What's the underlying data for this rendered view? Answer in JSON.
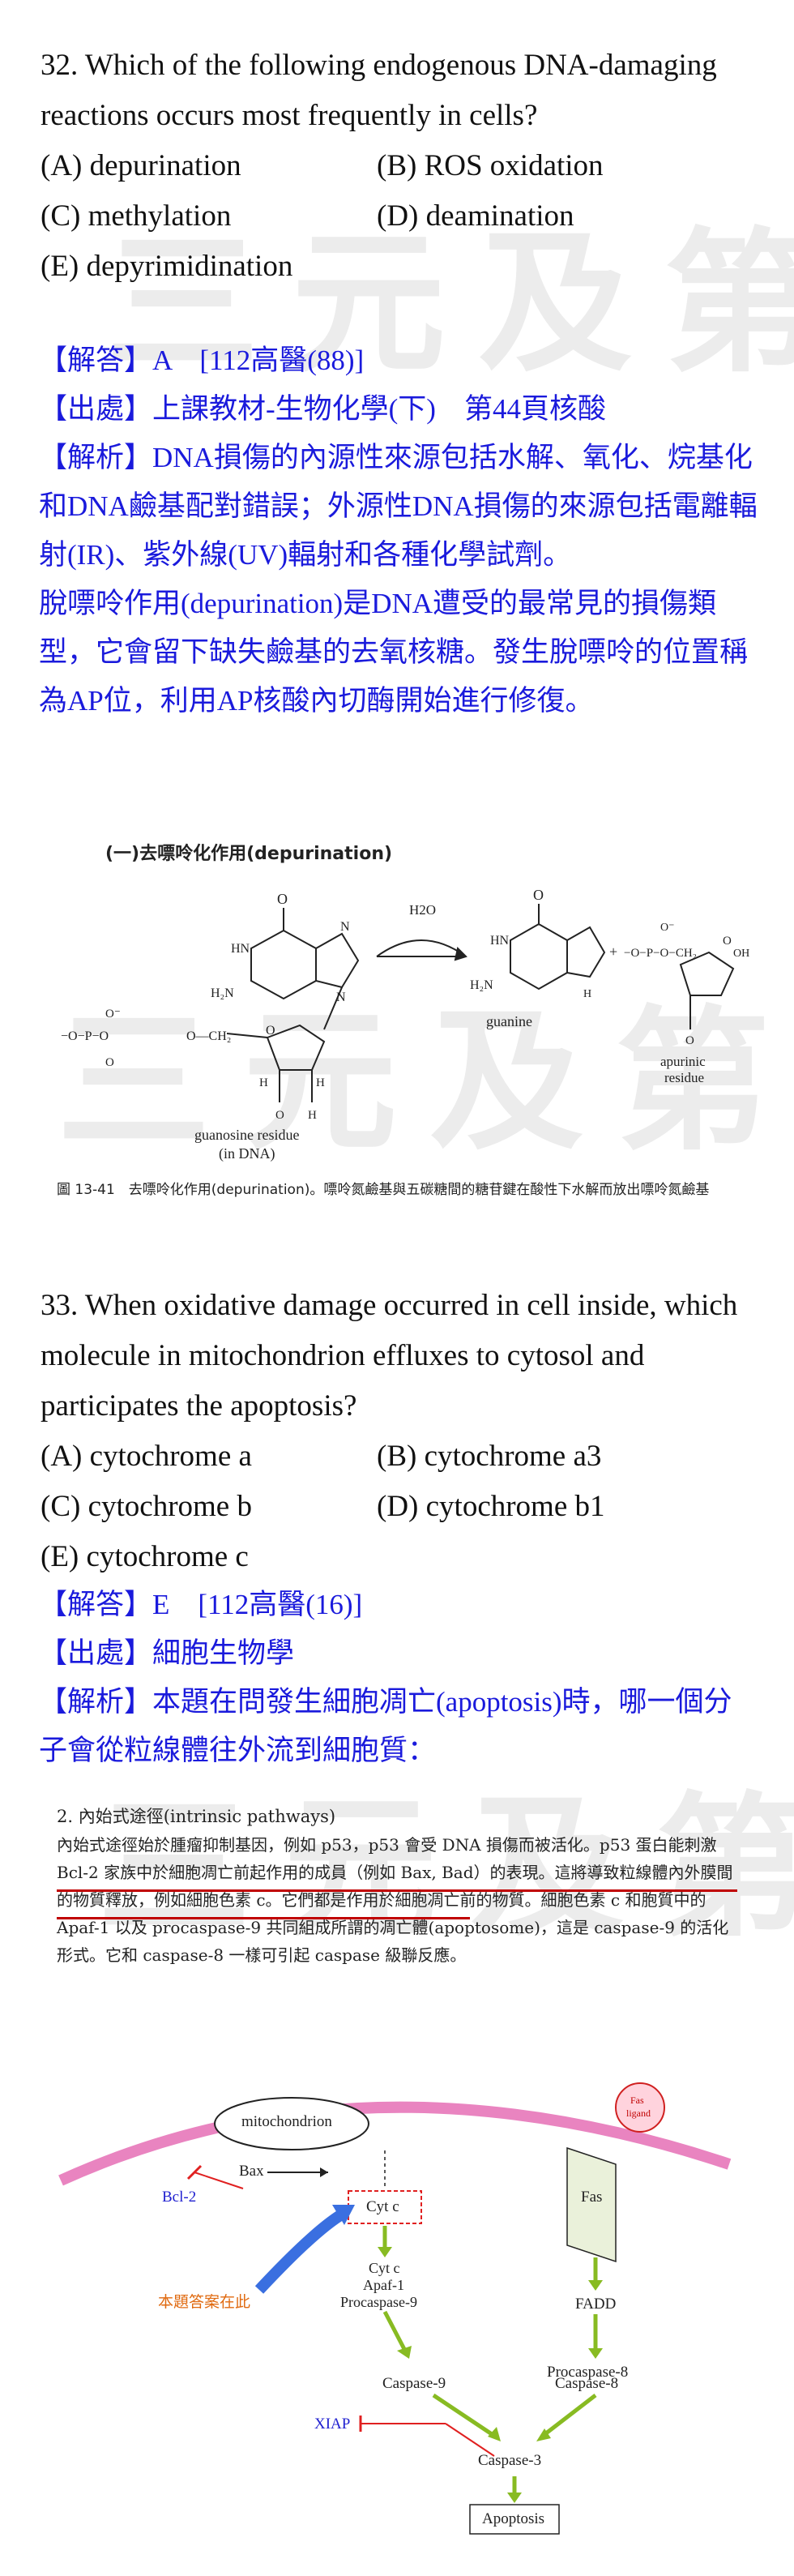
{
  "watermark": "三元及第",
  "q32": {
    "stem": "32. Which of the following endogenous DNA-damaging reactions occurs most frequently in cells?",
    "options": [
      "(A) depurination",
      "(B) ROS oxidation",
      "(C) methylation",
      "(D) deamination",
      "(E) depyrimidination"
    ],
    "answer": "【解答】A　[112高醫(88)]",
    "source": "【出處】上課教材-生物化學(下)　第44頁核酸",
    "analysis1": "【解析】DNA損傷的內源性來源包括水解、氧化、烷基化和DNA鹼基配對錯誤；外源性DNA損傷的來源包括電離輻射(IR)、紫外線(UV)輻射和各種化學試劑。",
    "analysis2": "脫嘌呤作用(depurination)是DNA遭受的最常見的損傷類型，它會留下缺失鹼基的去氧核糖。發生脫嘌呤的位置稱為AP位，利用AP核酸內切酶開始進行修復。",
    "figure": {
      "heading": "(一)去嘌呤化作用(depurination)",
      "water": "H2O",
      "guanine": "guanine",
      "apurinic": "apurinic",
      "residue": "residue",
      "gres1": "guanosine residue",
      "gres2": "(in DNA)",
      "caption": "圖 13-41　去嘌呤化作用(depurination)。嘌呤氮鹼基與五碳糖間的糖苷鍵在酸性下水解而放出嘌呤氮鹼基"
    }
  },
  "q33": {
    "stem": "33. When oxidative damage occurred in cell inside, which molecule in mitochondrion effluxes to cytosol and participates the apoptosis?",
    "options": [
      "(A) cytochrome a",
      "(B) cytochrome a3",
      "(C) cytochrome b",
      "(D) cytochrome b1",
      "(E) cytochrome c"
    ],
    "answer": "【解答】E　[112高醫(16)]",
    "source": "【出處】細胞生物學",
    "analysis": "【解析】本題在問發生細胞凋亡(apoptosis)時，哪一個分子會從粒線體往外流到細胞質：",
    "textbook": {
      "heading": "2. 內始式途徑(intrinsic pathways)",
      "body": "內始式途徑始於腫瘤抑制基因，例如 p53，p53 會受 DNA 損傷而被活化。p53 蛋白能刺激 Bcl-2 家族中於細胞凋亡前起作用的成員（例如 Bax, Bad）的表現。這將導致粒線體內外膜間的物質釋放，例如細胞色素 c。它們都是作用於細胞凋亡前的物質。細胞色素 c 和胞質中的 Apaf-1 以及 procaspase-9 共同組成所謂的凋亡體(apoptosome)，這是 caspase-9 的活化形式。它和 caspase-8 一樣可引起 caspase 級聯反應。"
    },
    "diagram": {
      "mitochondrion": "mitochondrion",
      "bax": "Bax",
      "bcl2": "Bcl-2",
      "cytc": "Cyt c",
      "annotation": "本題答案在此",
      "complex1": "Cyt c",
      "complex2": "Apaf-1",
      "complex3": "Procaspase-9",
      "fas": "Fas",
      "fasl1": "Fas",
      "fasl2": "ligand",
      "fadd": "FADD",
      "procasp8": "Procaspase-8",
      "casp9": "Caspase-9",
      "casp8": "Caspase-8",
      "xiap": "XIAP",
      "casp3": "Caspase-3",
      "apoptosis": "Apoptosis"
    }
  }
}
